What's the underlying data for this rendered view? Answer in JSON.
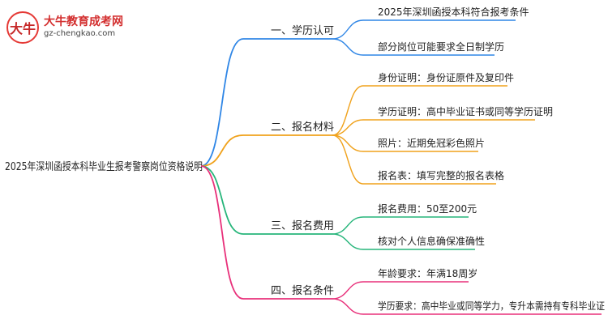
{
  "logo": {
    "mark_text": "大牛",
    "title": "大牛教育成考网",
    "url": "gz-chengkao.com"
  },
  "root": {
    "label": "2025年深圳函授本科毕业生报考警察岗位资格说明"
  },
  "branches": [
    {
      "label": "一、学历认可",
      "color": "#2f86e6",
      "leaves": [
        "2025年深圳函授本科符合报考条件",
        "部分岗位可能要求全日制学历"
      ]
    },
    {
      "label": "二、报名材料",
      "color": "#f0a21c",
      "leaves": [
        "身份证明：身份证原件及复印件",
        "学历证明：高中毕业证书或同等学历证明",
        "照片：近期免冠彩色照片",
        "报名表：填写完整的报名表格"
      ]
    },
    {
      "label": "三、报名费用",
      "color": "#26b57a",
      "leaves": [
        "报名费用：50至200元",
        "核对个人信息确保准确性"
      ]
    },
    {
      "label": "四、报名条件",
      "color": "#e8307a",
      "leaves": [
        "年龄要求：年满18周岁",
        "学历要求：高中毕业或同等学力，专升本需持有专科毕业证"
      ]
    }
  ]
}
